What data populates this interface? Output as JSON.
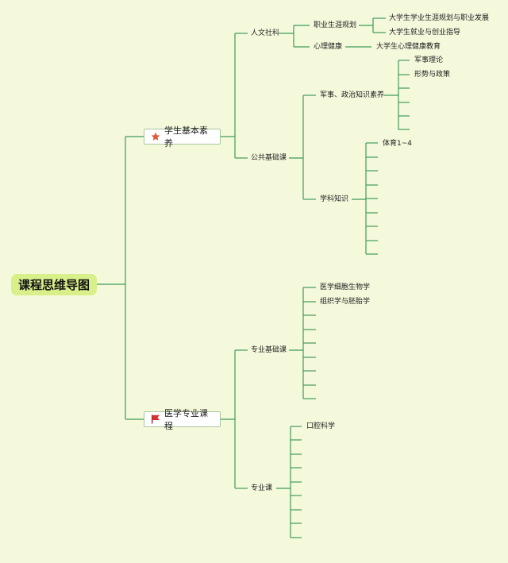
{
  "root": {
    "label": "课程思维导图"
  },
  "branches": {
    "basic_literacy": {
      "label": "学生基本素养",
      "icon": "star-icon",
      "icon_color": "#e05a3a",
      "renwen": {
        "label": "人文社科",
        "career": {
          "label": "职业生涯规划",
          "items": [
            "大学生学业生涯规划与职业发展",
            "大学生就业与创业指导"
          ]
        },
        "mental": {
          "label": "心理健康",
          "items": [
            "大学生心理健康教育"
          ]
        }
      },
      "public": {
        "label": "公共基础课",
        "military": {
          "label": "军事、政治知识素养",
          "items": [
            "军事理论",
            "形势与政策",
            "",
            "",
            "",
            ""
          ]
        },
        "subject": {
          "label": "学科知识",
          "items": [
            "体育1~4",
            "",
            "",
            "",
            "",
            "",
            "",
            "",
            ""
          ]
        }
      }
    },
    "medical": {
      "label": "医学专业课程",
      "icon": "flag-icon",
      "icon_color": "#d9302b",
      "foundation": {
        "label": "专业基础课",
        "items": [
          "医学细胞生物学",
          "组织学与胚胎学",
          "",
          "",
          "",
          "",
          "",
          "",
          ""
        ]
      },
      "specialty": {
        "label": "专业课",
        "items": [
          "口腔科学",
          "",
          "",
          "",
          "",
          "",
          "",
          "",
          ""
        ]
      }
    }
  },
  "colors": {
    "line": "#3f9a5a",
    "background": "#f5f9dc",
    "root_fill": "#d9f08a"
  }
}
